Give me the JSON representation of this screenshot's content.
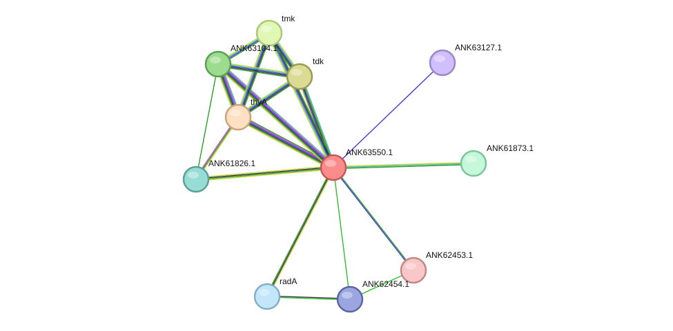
{
  "network": {
    "nodes": [
      {
        "id": "tmk",
        "label": "tmk",
        "fill": "#e1f7b5",
        "stroke": "#a8c97a",
        "primary": false
      },
      {
        "id": "ANK63104.1",
        "label": "ANK63104.1",
        "fill": "#9ddc8f",
        "stroke": "#5a9e52",
        "primary": false
      },
      {
        "id": "tdk",
        "label": "tdk",
        "fill": "#dcdb94",
        "stroke": "#9b9a52",
        "primary": false
      },
      {
        "id": "ANK63127.1",
        "label": "ANK63127.1",
        "fill": "#d1befc",
        "stroke": "#9a86c9",
        "primary": false
      },
      {
        "id": "thyA",
        "label": "thyA",
        "fill": "#fde0c2",
        "stroke": "#c9a47e",
        "primary": false
      },
      {
        "id": "ANK63550.1",
        "label": "ANK63550.1",
        "fill": "#fa8c8c",
        "stroke": "#c65757",
        "primary": true
      },
      {
        "id": "ANK61873.1",
        "label": "ANK61873.1",
        "fill": "#c4f8d8",
        "stroke": "#7dc39c",
        "primary": false
      },
      {
        "id": "ANK61826.1",
        "label": "ANK61826.1",
        "fill": "#98ddd5",
        "stroke": "#5aa096",
        "primary": false
      },
      {
        "id": "ANK62453.1",
        "label": "ANK62453.1",
        "fill": "#f8c7c7",
        "stroke": "#c48686",
        "primary": false
      },
      {
        "id": "radA",
        "label": "radA",
        "fill": "#c2e6fa",
        "stroke": "#86aec6",
        "primary": false
      },
      {
        "id": "ANK62454.1",
        "label": "ANK62454.1",
        "fill": "#9ba6e0",
        "stroke": "#5a65a3",
        "primary": false
      }
    ],
    "edges": [
      {
        "source": "ANK63550.1",
        "target": "ANK63127.1",
        "colors": [
          "#3b3bd6"
        ]
      },
      {
        "source": "ANK63550.1",
        "target": "ANK61873.1",
        "colors": [
          "#c8d63c",
          "#4db8a4",
          "#2f9a2f"
        ]
      },
      {
        "source": "ANK63550.1",
        "target": "ANK61826.1",
        "colors": [
          "#c8d63c",
          "#2f9a2f",
          "#333333",
          "#c8d63c"
        ]
      },
      {
        "source": "ANK63550.1",
        "target": "ANK62453.1",
        "colors": [
          "#2f9a2f",
          "#3b3bd6"
        ]
      },
      {
        "source": "ANK63550.1",
        "target": "radA",
        "colors": [
          "#c8d63c",
          "#333333",
          "#2f9a2f"
        ]
      },
      {
        "source": "ANK63550.1",
        "target": "ANK62454.1",
        "colors": [
          "#2fbf2f"
        ]
      },
      {
        "source": "ANK63550.1",
        "target": "thyA",
        "colors": [
          "#c8d63c",
          "#2f9a2f",
          "#333333",
          "#3b3bd6",
          "#c63cc6",
          "#2f9a2f"
        ]
      },
      {
        "source": "ANK63550.1",
        "target": "tdk",
        "colors": [
          "#c8d63c",
          "#3b3bd6",
          "#333333",
          "#2f9a2f",
          "#4db8a4"
        ]
      },
      {
        "source": "ANK63550.1",
        "target": "tmk",
        "colors": [
          "#c8d63c",
          "#4db8a4",
          "#3b3bd6",
          "#333333",
          "#2f9a2f"
        ]
      },
      {
        "source": "ANK63550.1",
        "target": "ANK63104.1",
        "colors": [
          "#c8d63c",
          "#2f9a2f",
          "#333333",
          "#3b3bd6",
          "#c63cc6",
          "#4db8a4"
        ]
      },
      {
        "source": "thyA",
        "target": "ANK63104.1",
        "colors": [
          "#c8d63c",
          "#2f9a2f",
          "#333333",
          "#3b3bd6",
          "#c63cc6",
          "#4db8a4"
        ]
      },
      {
        "source": "thyA",
        "target": "tmk",
        "colors": [
          "#c8d63c",
          "#4db8a4",
          "#3b3bd6",
          "#333333",
          "#2f9a2f"
        ]
      },
      {
        "source": "thyA",
        "target": "tdk",
        "colors": [
          "#c8d63c",
          "#4db8a4",
          "#3b3bd6",
          "#333333",
          "#2f9a2f"
        ]
      },
      {
        "source": "thyA",
        "target": "ANK61826.1",
        "colors": [
          "#c8d63c",
          "#2f9a2f",
          "#c63cc6"
        ]
      },
      {
        "source": "ANK63104.1",
        "target": "tmk",
        "colors": [
          "#c8d63c",
          "#4db8a4",
          "#3b3bd6",
          "#2f9a2f"
        ]
      },
      {
        "source": "ANK63104.1",
        "target": "tdk",
        "colors": [
          "#c8d63c",
          "#4db8a4",
          "#3b3bd6",
          "#333333",
          "#2f9a2f"
        ]
      },
      {
        "source": "ANK63104.1",
        "target": "ANK61826.1",
        "colors": [
          "#2f9a2f"
        ]
      },
      {
        "source": "tmk",
        "target": "tdk",
        "colors": [
          "#c8d63c",
          "#4db8a4",
          "#3b3bd6",
          "#333333",
          "#2f9a2f"
        ]
      },
      {
        "source": "radA",
        "target": "ANK62454.1",
        "colors": [
          "#333333",
          "#2fbf2f"
        ]
      },
      {
        "source": "ANK62454.1",
        "target": "ANK62453.1",
        "colors": [
          "#2fbf2f"
        ]
      }
    ]
  }
}
